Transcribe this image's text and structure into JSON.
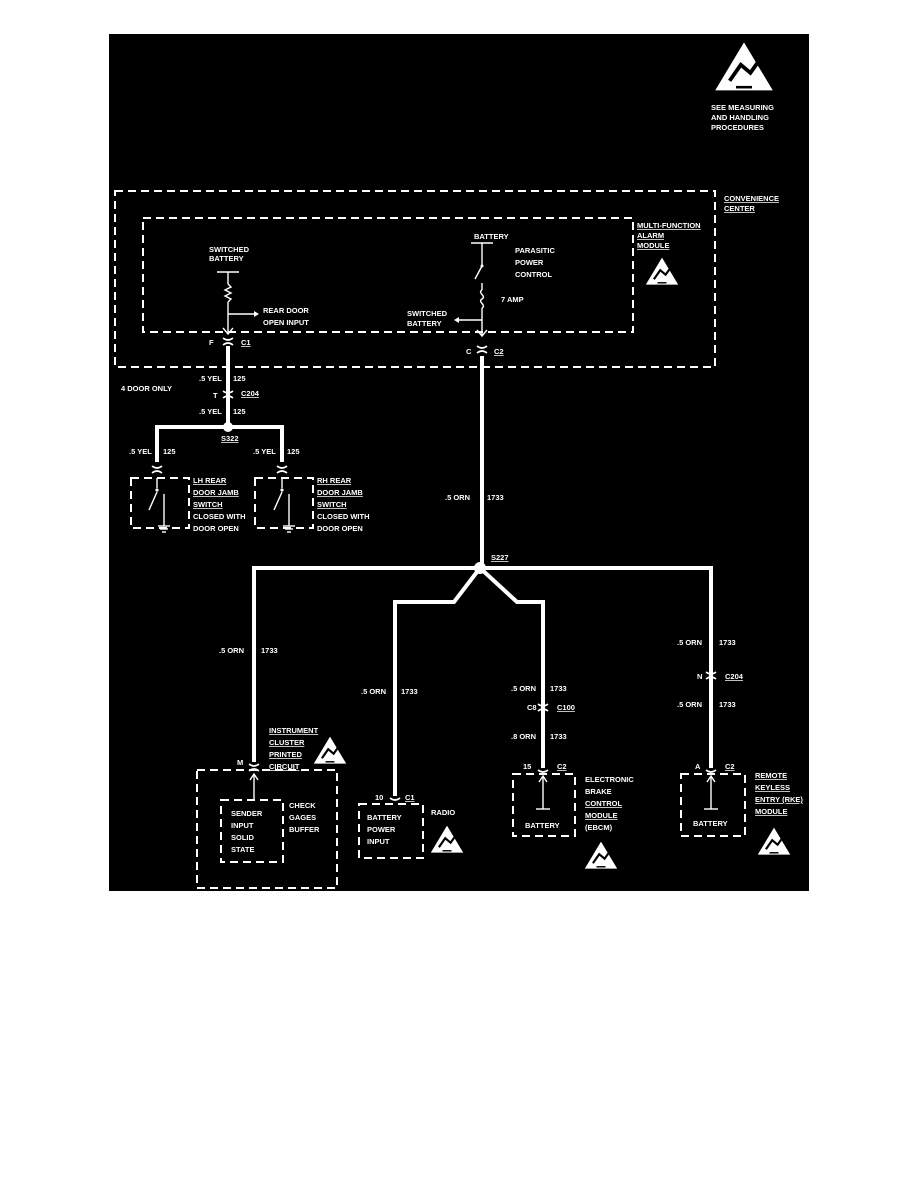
{
  "warning": {
    "line1": "SEE MEASURING",
    "line2": "AND HANDLING",
    "line3": "PROCEDURES"
  },
  "convenience_center": {
    "line1": "CONVENIENCE",
    "line2": "CENTER"
  },
  "mfa_module": {
    "line1": "MULTI-FUNCTION",
    "line2": "ALARM",
    "line3": "MODULE"
  },
  "switched_battery_left": {
    "line1": "SWITCHED",
    "line2": "BATTERY"
  },
  "rear_door": {
    "line1": "REAR DOOR",
    "line2": "OPEN INPUT"
  },
  "battery_top": "BATTERY",
  "parasitic": {
    "line1": "PARASITIC",
    "line2": "POWER",
    "line3": "CONTROL"
  },
  "fuse_label": "7 AMP",
  "switched_battery_right": {
    "line1": "SWITCHED",
    "line2": "BATTERY"
  },
  "connectors": {
    "f_pin": "F",
    "c1": "C1",
    "c_pin": "C",
    "c2": "C2",
    "t_pin": "T",
    "c204": "C204",
    "n_pin": "N",
    "c204b": "C204",
    "c8_pin": "C8",
    "c100": "C100",
    "m_pin": "M",
    "pin10": "10",
    "c1_radio": "C1",
    "pin15": "15",
    "c2_ebcm": "C2",
    "a_pin": "A",
    "c2_rke": "C2"
  },
  "wires": {
    "yel": ".5 YEL",
    "num125": "125",
    "orn": ".5 ORN",
    "num1733": "1733",
    "orn8": ".8 ORN"
  },
  "four_door": "4 DOOR ONLY",
  "splices": {
    "s322": "S322",
    "s227": "S227"
  },
  "lh_switch": {
    "line1": "LH REAR",
    "line2": "DOOR JAMB",
    "line3": "SWITCH",
    "line4": "CLOSED WITH",
    "line5": "DOOR OPEN"
  },
  "rh_switch": {
    "line1": "RH REAR",
    "line2": "DOOR JAMB",
    "line3": "SWITCH",
    "line4": "CLOSED WITH",
    "line5": "DOOR OPEN"
  },
  "cluster": {
    "line1": "INSTRUMENT",
    "line2": "CLUSTER",
    "line3": "PRINTED",
    "line4": "CIRCUIT"
  },
  "sender": {
    "line1": "SENDER",
    "line2": "INPUT",
    "line3": "SOLID",
    "line4": "STATE"
  },
  "check_gages": {
    "line1": "CHECK",
    "line2": "GAGES",
    "line3": "BUFFER"
  },
  "radio": {
    "name": "RADIO",
    "line1": "BATTERY",
    "line2": "POWER",
    "line3": "INPUT"
  },
  "ebcm": {
    "line1": "ELECTRONIC",
    "line2": "BRAKE",
    "line3": "CONTROL",
    "line4": "MODULE",
    "line5": "(EBCM)",
    "battery": "BATTERY"
  },
  "rke": {
    "line1": "REMOTE",
    "line2": "KEYLESS",
    "line3": "ENTRY (RKE)",
    "line4": "MODULE",
    "battery": "BATTERY"
  },
  "icons": {
    "esd": "esd-warning-icon",
    "ground": "ground-icon"
  },
  "colors": {
    "background": "#000000",
    "ink": "#ffffff",
    "page": "#ffffff"
  }
}
